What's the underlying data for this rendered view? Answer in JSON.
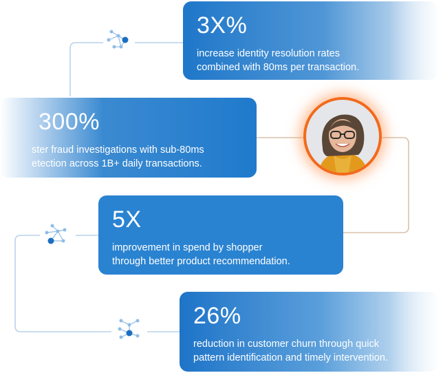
{
  "stats": [
    {
      "value": "3X%",
      "desc_line1": "increase identity resolution rates",
      "desc_line2": "combined with 80ms per transaction."
    },
    {
      "value": "300%",
      "desc_line1": "ster fraud investigations with sub-80ms",
      "desc_line2": "etection across 1B+ daily transactions."
    },
    {
      "value": "5X",
      "desc_line1": "improvement in spend by shopper",
      "desc_line2": "through better product recommendation."
    },
    {
      "value": "26%",
      "desc_line1": "reduction in customer churn through quick",
      "desc_line2": "pattern identification and timely intervention."
    }
  ],
  "icons": {
    "network": "network-nodes-icon",
    "avatar": "person-avatar"
  },
  "colors": {
    "card_blue": "#2a83d1",
    "connector": "#b9d2ea",
    "connector_warm": "#d9c2a8",
    "avatar_ring": "#f26a1b",
    "node_dark": "#1b6fc2",
    "node_light": "#8fbce6"
  }
}
